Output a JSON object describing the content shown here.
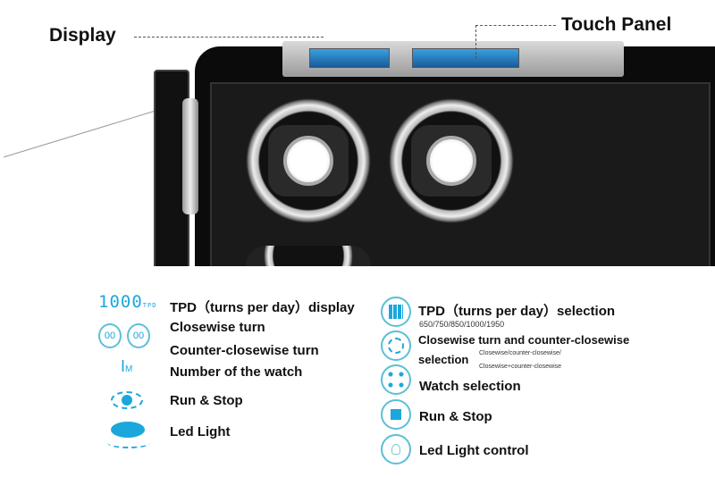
{
  "callouts": {
    "display": "Display",
    "touch_panel": "Touch Panel"
  },
  "display_legend": [
    {
      "icon": "tpd-digits-icon",
      "icon_text": "1000",
      "icon_sub": "TPD",
      "label": "TPD（turns per day）display"
    },
    {
      "icon": "rotation-icons",
      "icon_text": "00",
      "label": "Closewise turn"
    },
    {
      "label": "Counter-closewise turn"
    },
    {
      "icon": "watch-number-icon",
      "icon_text": "I",
      "icon_sub": "M",
      "label": "Number of the watch"
    },
    {
      "icon": "run-stop-eye-icon",
      "label": "Run & Stop"
    },
    {
      "icon": "led-light-icon",
      "label": "Led Light"
    }
  ],
  "panel_legend": [
    {
      "icon": "tpd-grid-icon",
      "label": "TPD（turns per day）selection",
      "sub": "650/750/850/1000/1950"
    },
    {
      "icon": "rotation-circle-icon",
      "label": "Closewise turn and counter-closewise",
      "label2": "selection",
      "sub": "Closewise/counter-closewise/",
      "sub2": "Closewise+counter-closewise"
    },
    {
      "icon": "four-dots-icon",
      "label": "Watch selection"
    },
    {
      "icon": "square-stop-icon",
      "label": "Run & Stop"
    },
    {
      "icon": "bulb-icon",
      "label": "Led Light control"
    }
  ],
  "colors": {
    "accent": "#1ca7dc",
    "box": "#0b0b0b"
  }
}
